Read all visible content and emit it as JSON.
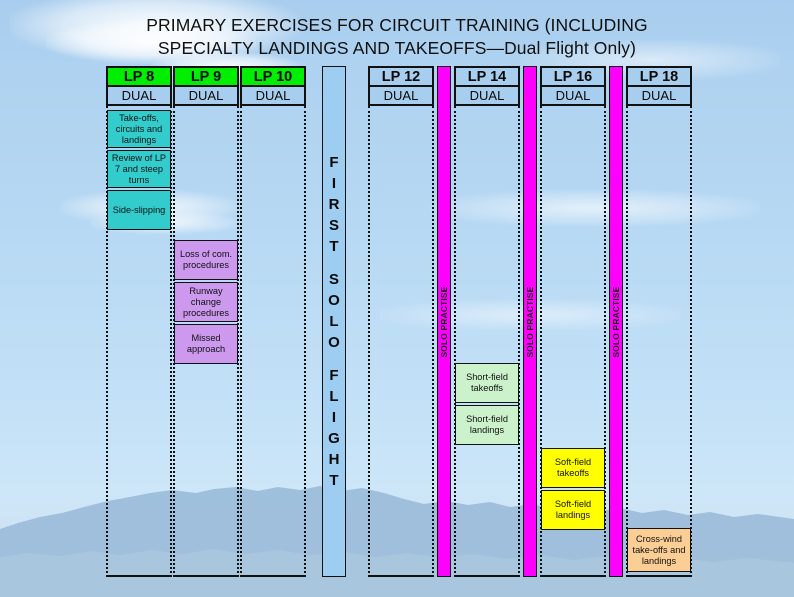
{
  "title": {
    "line1": "PRIMARY EXERCISES FOR CIRCUIT TRAINING (INCLUDING",
    "line2": "SPECIALTY LANDINGS AND TAKEOFFS—Dual Flight Only)"
  },
  "colors": {
    "header_green": "#00ee00",
    "header_blue": "#a8ceef",
    "teal": "#33cccc",
    "purple": "#cc99ee",
    "light_green": "#ccf2cc",
    "yellow": "#ffff00",
    "peach": "#fbce95",
    "magenta": "#ff00ff",
    "solo_flight_blue": "#9ecdf2"
  },
  "dual_label": "DUAL",
  "solo_practise_label": "SOLO PRACTISE",
  "solo_flight": {
    "text": "FIRST SOLO FLIGHT",
    "chars": [
      "F",
      "I",
      "R",
      "S",
      "T",
      "",
      "S",
      "O",
      "L",
      "O",
      "",
      "F",
      "L",
      "I",
      "G",
      "H",
      "T"
    ]
  },
  "columns": [
    {
      "id": "lp8",
      "header": "LP 8",
      "subheader": "DUAL",
      "header_color": "green",
      "blocks": [
        {
          "label": "Take-offs, circuits and landings",
          "color": "teal"
        },
        {
          "label": "Review of LP 7 and steep turns",
          "color": "teal"
        },
        {
          "label": "Side-slipping",
          "color": "teal"
        }
      ]
    },
    {
      "id": "lp9",
      "header": "LP 9",
      "subheader": "DUAL",
      "header_color": "green",
      "blocks": [
        {
          "label": "Loss of com. procedures",
          "color": "purple"
        },
        {
          "label": "Runway change procedures",
          "color": "purple"
        },
        {
          "label": "Missed approach",
          "color": "purple"
        }
      ]
    },
    {
      "id": "lp10",
      "header": "LP 10",
      "subheader": "DUAL",
      "header_color": "green",
      "blocks": []
    },
    {
      "id": "lp12",
      "header": "LP 12",
      "subheader": "DUAL",
      "header_color": "blue",
      "blocks": []
    },
    {
      "id": "lp14",
      "header": "LP 14",
      "subheader": "DUAL",
      "header_color": "blue",
      "blocks": [
        {
          "label": "Short-field takeoffs",
          "color": "light_green"
        },
        {
          "label": "Short-field landings",
          "color": "light_green"
        }
      ]
    },
    {
      "id": "lp16",
      "header": "LP 16",
      "subheader": "DUAL",
      "header_color": "blue",
      "blocks": [
        {
          "label": "Soft-field takeoffs",
          "color": "yellow"
        },
        {
          "label": "Soft-field landings",
          "color": "yellow"
        }
      ]
    },
    {
      "id": "lp18",
      "header": "LP 18",
      "subheader": "DUAL",
      "header_color": "blue",
      "blocks": [
        {
          "label": "Cross-wind take-offs and landings",
          "color": "peach"
        }
      ]
    }
  ]
}
